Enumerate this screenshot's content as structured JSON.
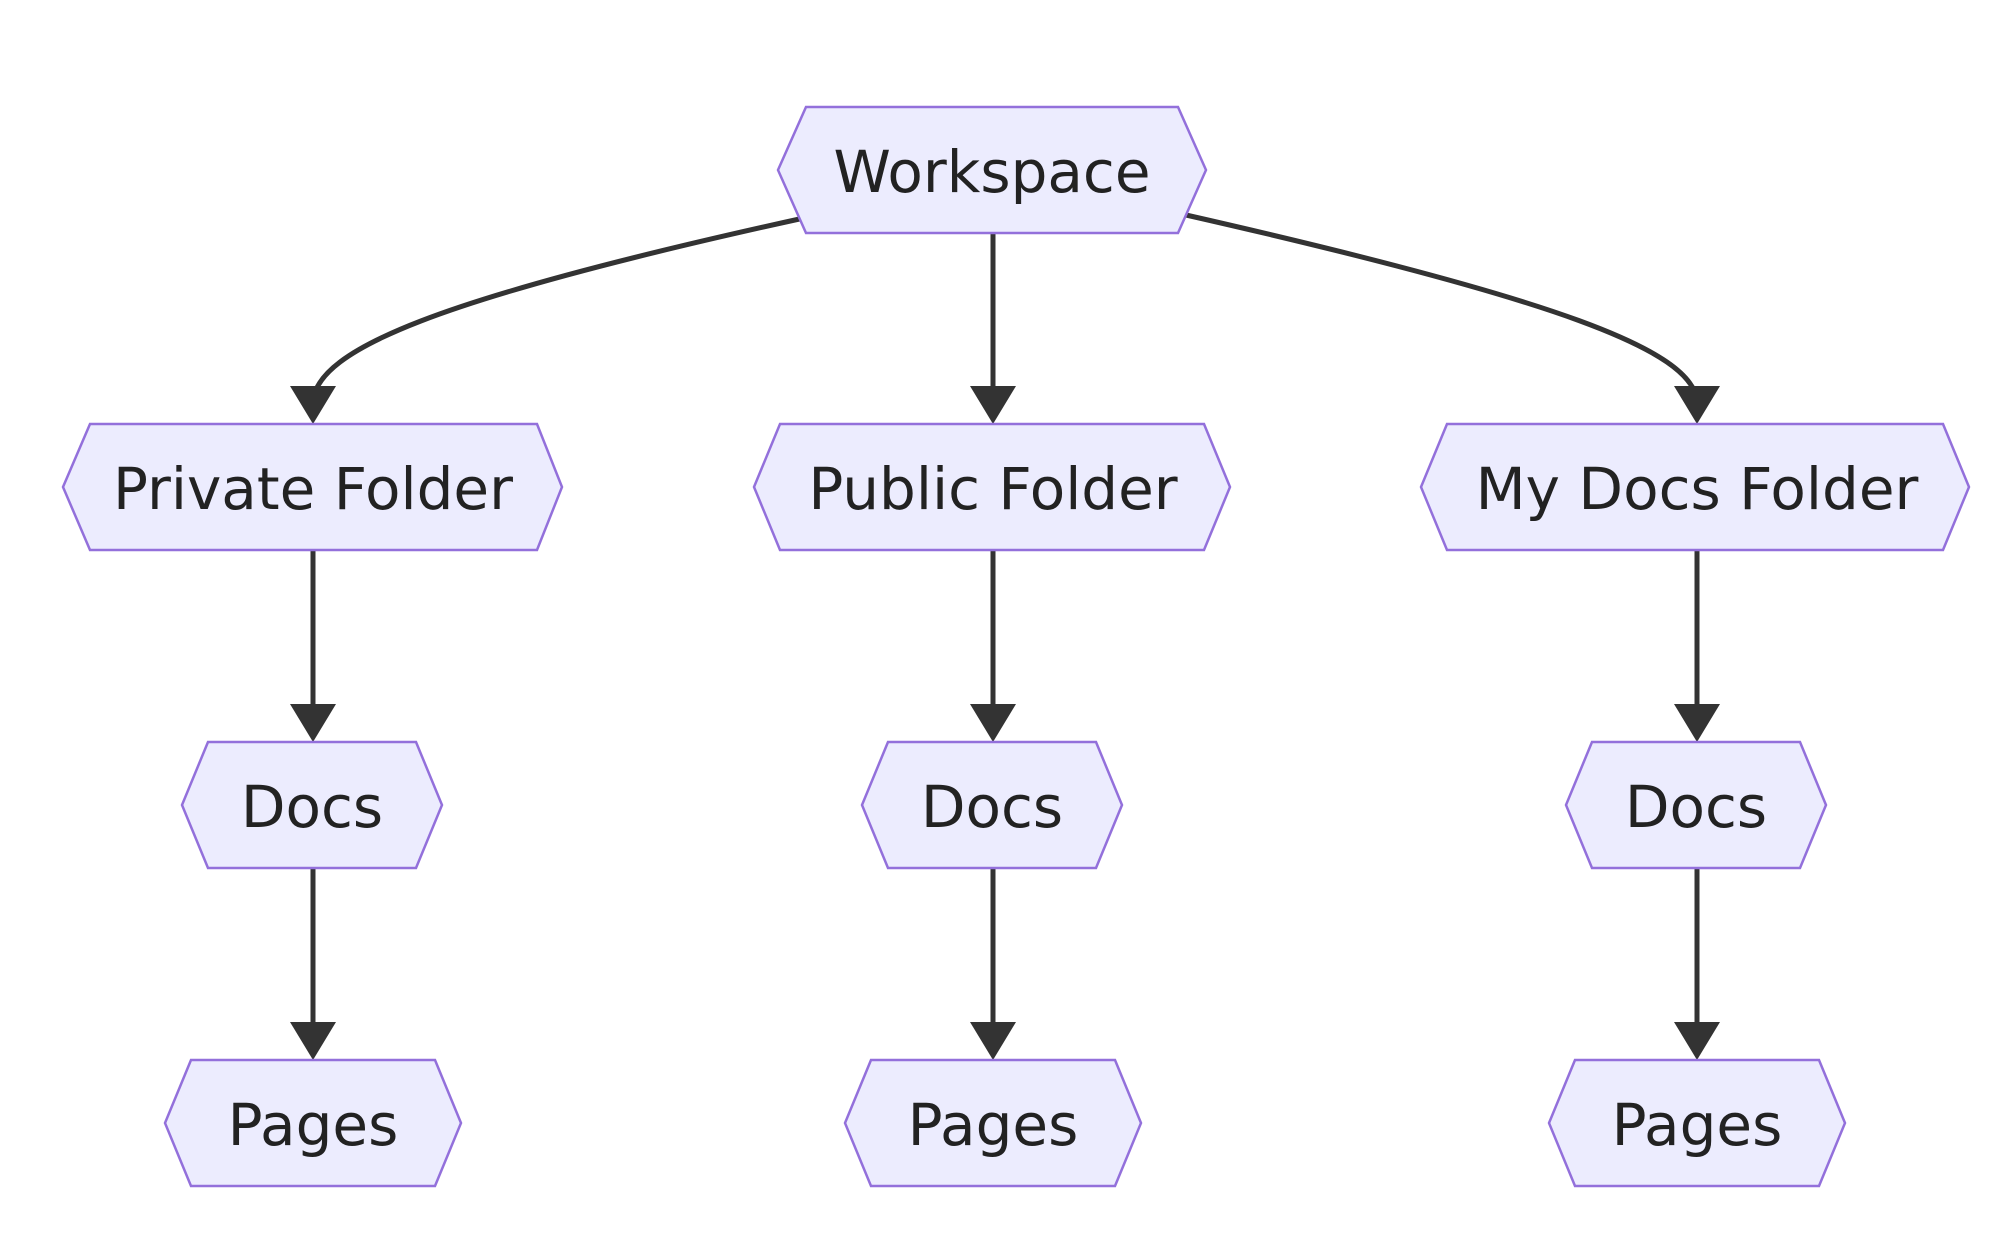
{
  "diagram": {
    "type": "flowchart",
    "direction": "top-down",
    "node_shape": "hexagon",
    "colors": {
      "background": "#ffffff",
      "node_fill": "#ececfe",
      "node_border": "#9370db",
      "edge": "#333333",
      "text": "#222222"
    },
    "nodes": {
      "workspace": "Workspace",
      "private_folder": "Private Folder",
      "public_folder": "Public Folder",
      "mydocs_folder": "My Docs Folder",
      "private_docs": "Docs",
      "public_docs": "Docs",
      "mydocs_docs": "Docs",
      "private_pages": "Pages",
      "public_pages": "Pages",
      "mydocs_pages": "Pages"
    },
    "edges": [
      {
        "from": "workspace",
        "to": "private_folder"
      },
      {
        "from": "workspace",
        "to": "public_folder"
      },
      {
        "from": "workspace",
        "to": "mydocs_folder"
      },
      {
        "from": "private_folder",
        "to": "private_docs"
      },
      {
        "from": "public_folder",
        "to": "public_docs"
      },
      {
        "from": "mydocs_folder",
        "to": "mydocs_docs"
      },
      {
        "from": "private_docs",
        "to": "private_pages"
      },
      {
        "from": "public_docs",
        "to": "public_pages"
      },
      {
        "from": "mydocs_docs",
        "to": "mydocs_pages"
      }
    ]
  }
}
